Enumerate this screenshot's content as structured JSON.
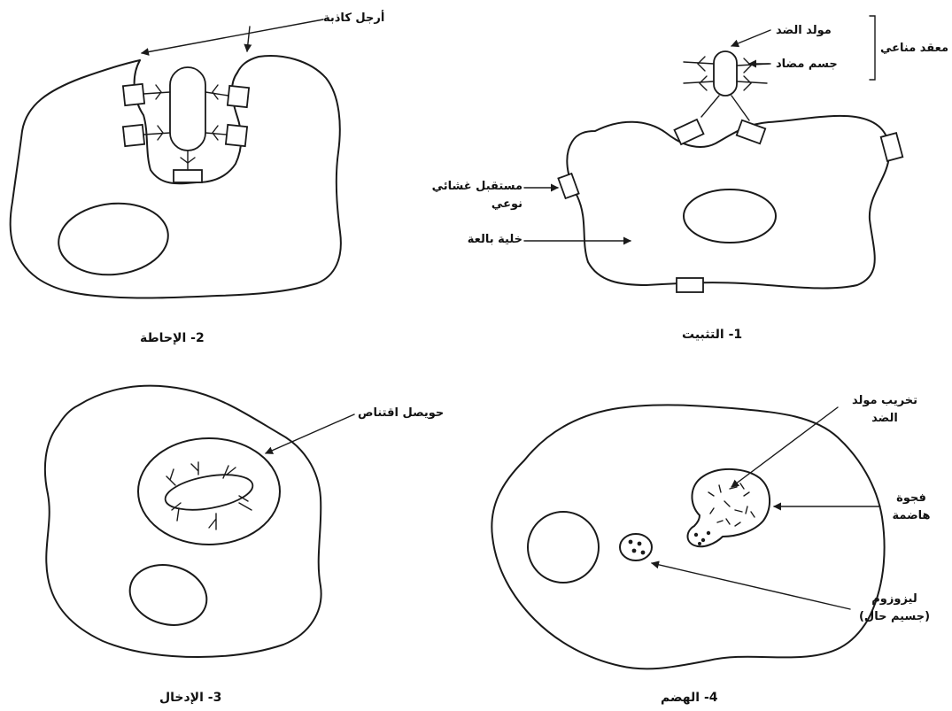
{
  "stages": {
    "s1": {
      "caption": "1- التثبيت",
      "labels": {
        "immune_complex": "معقد مناعي",
        "antigen": "مولد الضد",
        "antibody": "جسم مضاد",
        "receptor_line1": "مستقبل غشائي",
        "receptor_line2": "نوعي",
        "phagocyte": "خلية بالعة"
      }
    },
    "s2": {
      "caption": "2- الإحاطة",
      "labels": {
        "pseudopods": "أرجل كاذبة"
      }
    },
    "s3": {
      "caption": "3- الإدخال",
      "labels": {
        "vesicle": "حويصل اقتناص"
      }
    },
    "s4": {
      "caption": "4- الهضم",
      "labels": {
        "destruction_line1": "تخريب مولد",
        "destruction_line2": "الضد",
        "vacuole_line1": "فجوة",
        "vacuole_line2": "هاضمة",
        "lysosome_line1": "ليزوزوم",
        "lysosome_line2": "(جسيم حال)"
      }
    }
  }
}
